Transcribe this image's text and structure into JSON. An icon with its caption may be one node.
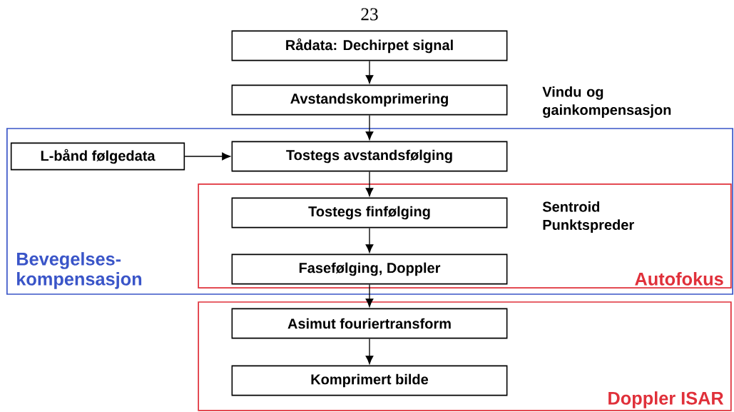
{
  "diagram": {
    "nodes": [
      {
        "text": [
          "Rådata: Dechirpet signal"
        ]
      },
      {
        "text": [
          "Avstandskomprimering"
        ],
        "beside": [
          "Vindu og gainkompensasjon"
        ]
      },
      {
        "text": [
          "Bevegelses- kompensasjon"
        ]
      },
      {
        "text": [
          "L-bånd følgedata"
        ],
        "in": 2
      },
      {
        "text": [
          "Tostegs avstandsfølging"
        ],
        "in": 2
      },
      {
        "text": [
          "Autofokus"
        ],
        "in": 2
      },
      {
        "text": [
          "Tostegs finfølging"
        ],
        "in": 5,
        "beside": [
          "Sentroid Punktspreder"
        ]
      },
      {
        "text": [
          "Fasefølging, Doppler"
        ],
        "in": 5
      },
      {
        "text": [
          "Doppler ISAR"
        ]
      },
      {
        "text": [
          "Asimut fouriertransform"
        ],
        "in": 8
      },
      {
        "text": [
          "Komprimert bilde"
        ],
        "in": 8
      }
    ],
    "edges": [
      {
        "from": 0,
        "to": 1,
        "arrow": "to"
      },
      {
        "from": 1,
        "to": 4,
        "arrow": "to"
      },
      {
        "from": 3,
        "to": 4,
        "arrow": "to"
      },
      {
        "from": 4,
        "to": 6,
        "arrow": "to"
      },
      {
        "from": 6,
        "to": 7,
        "arrow": "to"
      },
      {
        "from": 7,
        "to": 9,
        "arrow": "to"
      },
      {
        "from": 9,
        "to": 10,
        "arrow": "to"
      }
    ],
    "labels": [
      "23"
    ]
  }
}
